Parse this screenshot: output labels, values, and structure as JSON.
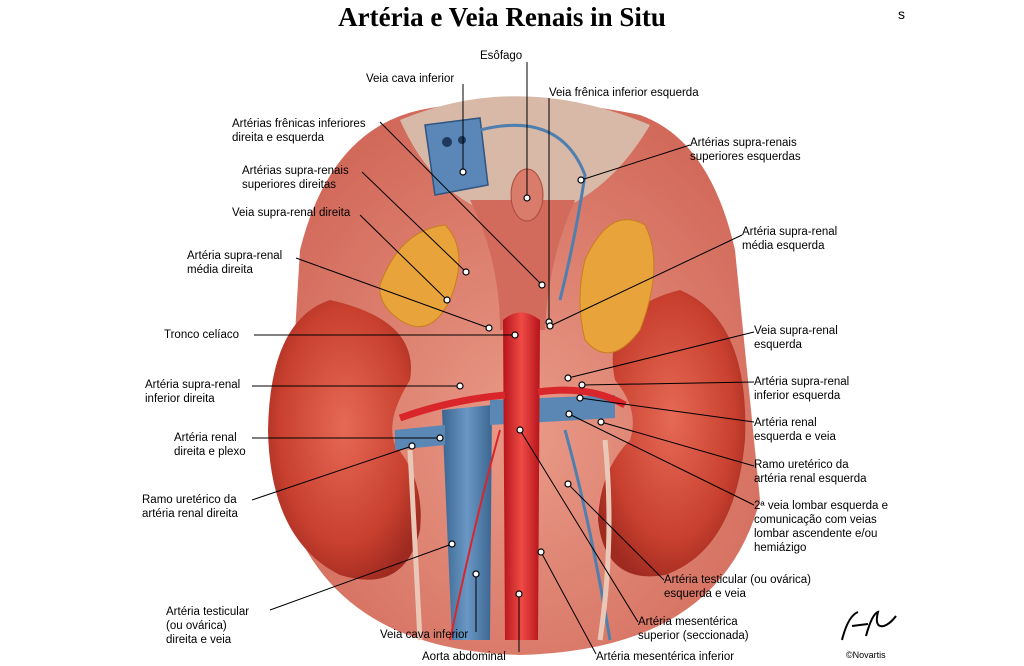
{
  "title": "Artéria e Veia Renais in Situ",
  "corner_mark": "s",
  "copyright": "©Novartis",
  "colors": {
    "artery": "#d8262b",
    "vein": "#4f7fae",
    "kidney": "#cf4a3c",
    "muscle": "#e0847a",
    "adrenal": "#e8a33a",
    "leader": "#000000"
  },
  "labels": [
    {
      "id": "esofago",
      "lines": [
        "Esôfago"
      ]
    },
    {
      "id": "veia-cava-inferior-top",
      "lines": [
        "Veia cava inferior"
      ]
    },
    {
      "id": "veia-frenica-inf-esq",
      "lines": [
        "Veia frênica inferior esquerda"
      ]
    },
    {
      "id": "arterias-frenicas-inf",
      "lines": [
        "Artérias frênicas inferiores",
        "direita e esquerda"
      ]
    },
    {
      "id": "arterias-supra-renais-sup-esq",
      "lines": [
        "Artérias supra-renais",
        "superiores esquerdas"
      ]
    },
    {
      "id": "arterias-supra-renais-sup-dir",
      "lines": [
        "Artérias supra-renais",
        "superiores direitas"
      ]
    },
    {
      "id": "veia-supra-renal-dir",
      "lines": [
        "Veia supra-renal direita"
      ]
    },
    {
      "id": "arteria-supra-renal-media-esq",
      "lines": [
        "Artéria supra-renal",
        "média esquerda"
      ]
    },
    {
      "id": "arteria-supra-renal-media-dir",
      "lines": [
        "Artéria supra-renal",
        "média direita"
      ]
    },
    {
      "id": "tronco-celiaco",
      "lines": [
        "Tronco celíaco"
      ]
    },
    {
      "id": "veia-supra-renal-esq",
      "lines": [
        "Veia supra-renal",
        "esquerda"
      ]
    },
    {
      "id": "arteria-supra-renal-inf-dir",
      "lines": [
        "Artéria supra-renal",
        "inferior direita"
      ]
    },
    {
      "id": "arteria-supra-renal-inf-esq",
      "lines": [
        "Artéria supra-renal",
        "inferior esquerda"
      ]
    },
    {
      "id": "arteria-renal-esq",
      "lines": [
        "Artéria renal",
        "esquerda e veia"
      ]
    },
    {
      "id": "arteria-renal-dir",
      "lines": [
        "Artéria renal",
        "direita e plexo"
      ]
    },
    {
      "id": "ramo-ureterico-esq",
      "lines": [
        "Ramo uretérico da",
        "artéria renal esquerda"
      ]
    },
    {
      "id": "ramo-ureterico-dir",
      "lines": [
        "Ramo uretérico da",
        "artéria renal direita"
      ]
    },
    {
      "id": "veia-lombar-esq",
      "lines": [
        "2ª veia lombar esquerda e",
        "comunicação com veias",
        "lombar ascendente e/ou",
        "hemiázigo"
      ]
    },
    {
      "id": "arteria-testicular-esq",
      "lines": [
        "Artéria testicular (ou ovárica)",
        "esquerda e veia"
      ]
    },
    {
      "id": "arteria-testicular-dir",
      "lines": [
        "Artéria testicular",
        "(ou ovárica)",
        "direita e veia"
      ]
    },
    {
      "id": "arteria-mesenterica-sup",
      "lines": [
        "Artéria mesentérica",
        "superior (seccionada)"
      ]
    },
    {
      "id": "veia-cava-inferior-bottom",
      "lines": [
        "Veia cava inferior"
      ]
    },
    {
      "id": "aorta-abdominal",
      "lines": [
        "Aorta abdominal"
      ]
    },
    {
      "id": "arteria-mesenterica-inf",
      "lines": [
        "Artéria mesentérica inferior"
      ]
    }
  ]
}
